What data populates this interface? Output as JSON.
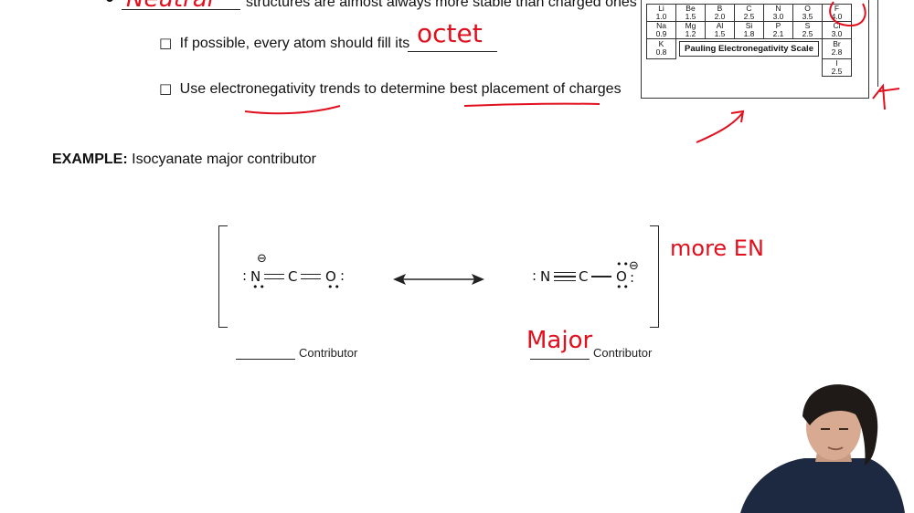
{
  "slide": {
    "bullet_handwritten": "Neutral",
    "bullet_text": "structures are almost always more stable than charged ones",
    "checkbox_glyph": "□",
    "item1_text": "If possible, every atom should fill its",
    "item1_answer": "octet",
    "item2_text": "Use electronegativity trends to determine best placement of charges",
    "example_label": "EXAMPLE:",
    "example_text": "Isocyanate major contributor",
    "contributor_label": "Contributor",
    "left_blank_answer": "",
    "right_blank_answer": "Major",
    "annotation_more_en": "more EN"
  },
  "en_table": {
    "caption": "Pauling Electronegativity Scale",
    "row1": [
      {
        "sym": "Li",
        "val": "1.0"
      },
      {
        "sym": "Be",
        "val": "1.5"
      },
      {
        "sym": "B",
        "val": "2.0"
      },
      {
        "sym": "C",
        "val": "2.5"
      },
      {
        "sym": "N",
        "val": "3.0"
      },
      {
        "sym": "O",
        "val": "3.5"
      },
      {
        "sym": "F",
        "val": "4.0"
      }
    ],
    "row2": [
      {
        "sym": "Na",
        "val": "0.9"
      },
      {
        "sym": "Mg",
        "val": "1.2"
      },
      {
        "sym": "Al",
        "val": "1.5"
      },
      {
        "sym": "Si",
        "val": "1.8"
      },
      {
        "sym": "P",
        "val": "2.1"
      },
      {
        "sym": "S",
        "val": "2.5"
      },
      {
        "sym": "Cl",
        "val": "3.0"
      }
    ],
    "k": {
      "sym": "K",
      "val": "0.8"
    },
    "br": {
      "sym": "Br",
      "val": "2.8"
    },
    "i": {
      "sym": "I",
      "val": "2.5"
    }
  },
  "molecules": {
    "left": {
      "a1": "N",
      "a2": "C",
      "a3": "O",
      "charge": "⊖"
    },
    "right": {
      "a1": "N",
      "a2": "C",
      "a3": "O",
      "charge": "⊖"
    }
  }
}
